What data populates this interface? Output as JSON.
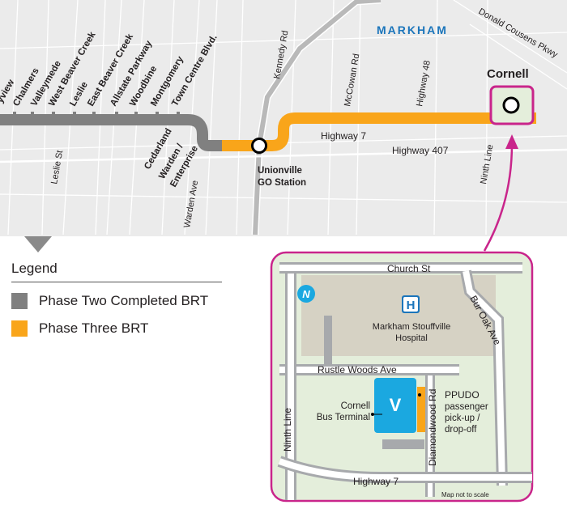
{
  "map": {
    "city_label": "MARKHAM",
    "streets": {
      "highway7": "Highway 7",
      "highway407": "Highway 407",
      "leslie": "Leslie St",
      "warden": "Warden Ave",
      "kennedy": "Kennedy Rd",
      "mccowan": "McCowan Rd",
      "highway48": "Highway 48",
      "ninth_line": "Ninth Line",
      "donald_cousens": "Donald Cousens Pkwy"
    },
    "stops": {
      "bayview": "yview",
      "chalmers": "Chalmers",
      "valleymede": "Valleymede",
      "west_beaver_creek": "West Beaver Creek",
      "leslie": "Leslie",
      "east_beaver_creek": "East Beaver Creek",
      "allstate_parkway": "Allstate Parkway",
      "woodbine": "Woodbine",
      "montgomery": "Montgomery",
      "town_centre": "Town Centre Blvd.",
      "cedarland": "Cedarland",
      "warden_enterprise_1": "Warden /",
      "warden_enterprise_2": "Enterprise"
    },
    "unionville_1": "Unionville",
    "unionville_2": "GO Station",
    "cornell": "Cornell"
  },
  "inset": {
    "church": "Church St",
    "bur_oak": "Bur Oak Ave",
    "hospital_1": "Markham Stouffville",
    "hospital_2": "Hospital",
    "rustle_woods": "Rustle Woods Ave",
    "ninth_line": "Ninth Line",
    "diamondwood": "Diamondwood Rd",
    "highway7": "Highway 7",
    "terminal_1": "Cornell",
    "terminal_2": "Bus Terminal",
    "ppudo": "PPUDO",
    "ppudo_1": "passenger",
    "ppudo_2": "pick-up /",
    "ppudo_3": "drop-off",
    "not_to_scale": "Map not to scale",
    "north_letter": "N",
    "hospital_letter": "H",
    "viva_letter": "V"
  },
  "legend": {
    "title": "Legend",
    "items": [
      {
        "label": "Phase Two Completed BRT",
        "color": "#808080"
      },
      {
        "label": "Phase Three BRT",
        "color": "#f9a51a"
      }
    ]
  },
  "colors": {
    "map_bg": "#ebebeb",
    "road": "#ffffff",
    "phase_two": "#808080",
    "phase_three": "#f9a51a",
    "accent": "#c9258b",
    "water_blue": "#1b75bb",
    "inset_bg": "#e4eedb",
    "viva_blue": "#1ba8e0"
  },
  "icons": [
    "station-circle-icon",
    "north-arrow-icon",
    "hospital-icon",
    "viva-terminal-icon",
    "map-pointer-icon"
  ]
}
